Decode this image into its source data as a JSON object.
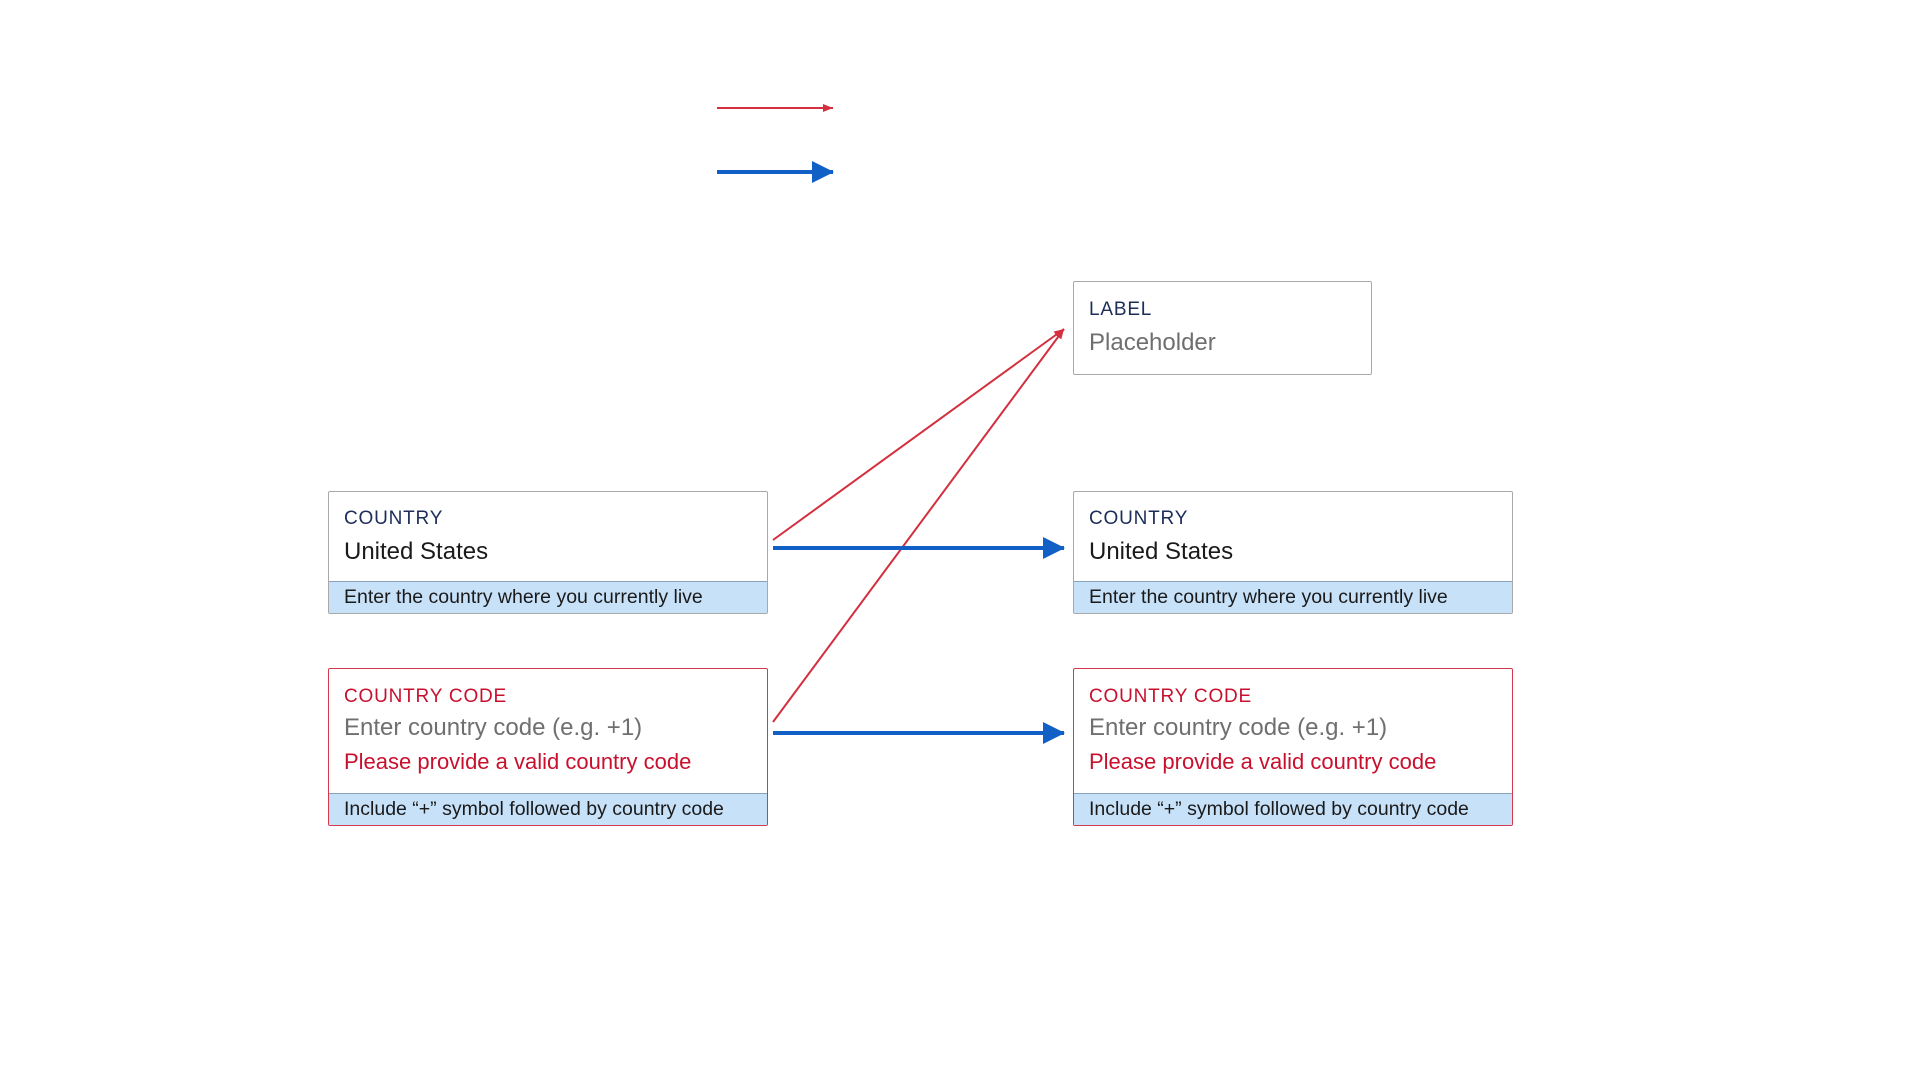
{
  "legend": {
    "items": [
      {
        "color": "#d32f3f",
        "style": "thin"
      },
      {
        "color": "#1060c6",
        "style": "thick"
      }
    ]
  },
  "fields": {
    "label_placeholder": {
      "label": "LABEL",
      "placeholder": "Placeholder"
    },
    "country_source": {
      "label": "COUNTRY",
      "value": "United States",
      "hint": "Enter the country where you currently live"
    },
    "country_code_source": {
      "label": "COUNTRY CODE",
      "placeholder": "Enter country code (e.g. +1)",
      "error": "Please provide a valid country code",
      "hint": "Include “+” symbol followed by country code"
    },
    "country_target": {
      "label": "COUNTRY",
      "value": "United States",
      "hint": "Enter the country where you currently live"
    },
    "country_code_target": {
      "label": "COUNTRY CODE",
      "placeholder": "Enter country code (e.g. +1)",
      "error": "Please provide a valid country code",
      "hint": "Include “+” symbol followed by country code"
    }
  },
  "connections": [
    {
      "from": "country_source",
      "to": "label_placeholder",
      "color": "#d32f3f",
      "style": "thin"
    },
    {
      "from": "country_code_source",
      "to": "label_placeholder",
      "color": "#d32f3f",
      "style": "thin"
    },
    {
      "from": "country_source",
      "to": "country_target",
      "color": "#1060c6",
      "style": "thick"
    },
    {
      "from": "country_code_source",
      "to": "country_code_target",
      "color": "#1060c6",
      "style": "thick"
    }
  ]
}
